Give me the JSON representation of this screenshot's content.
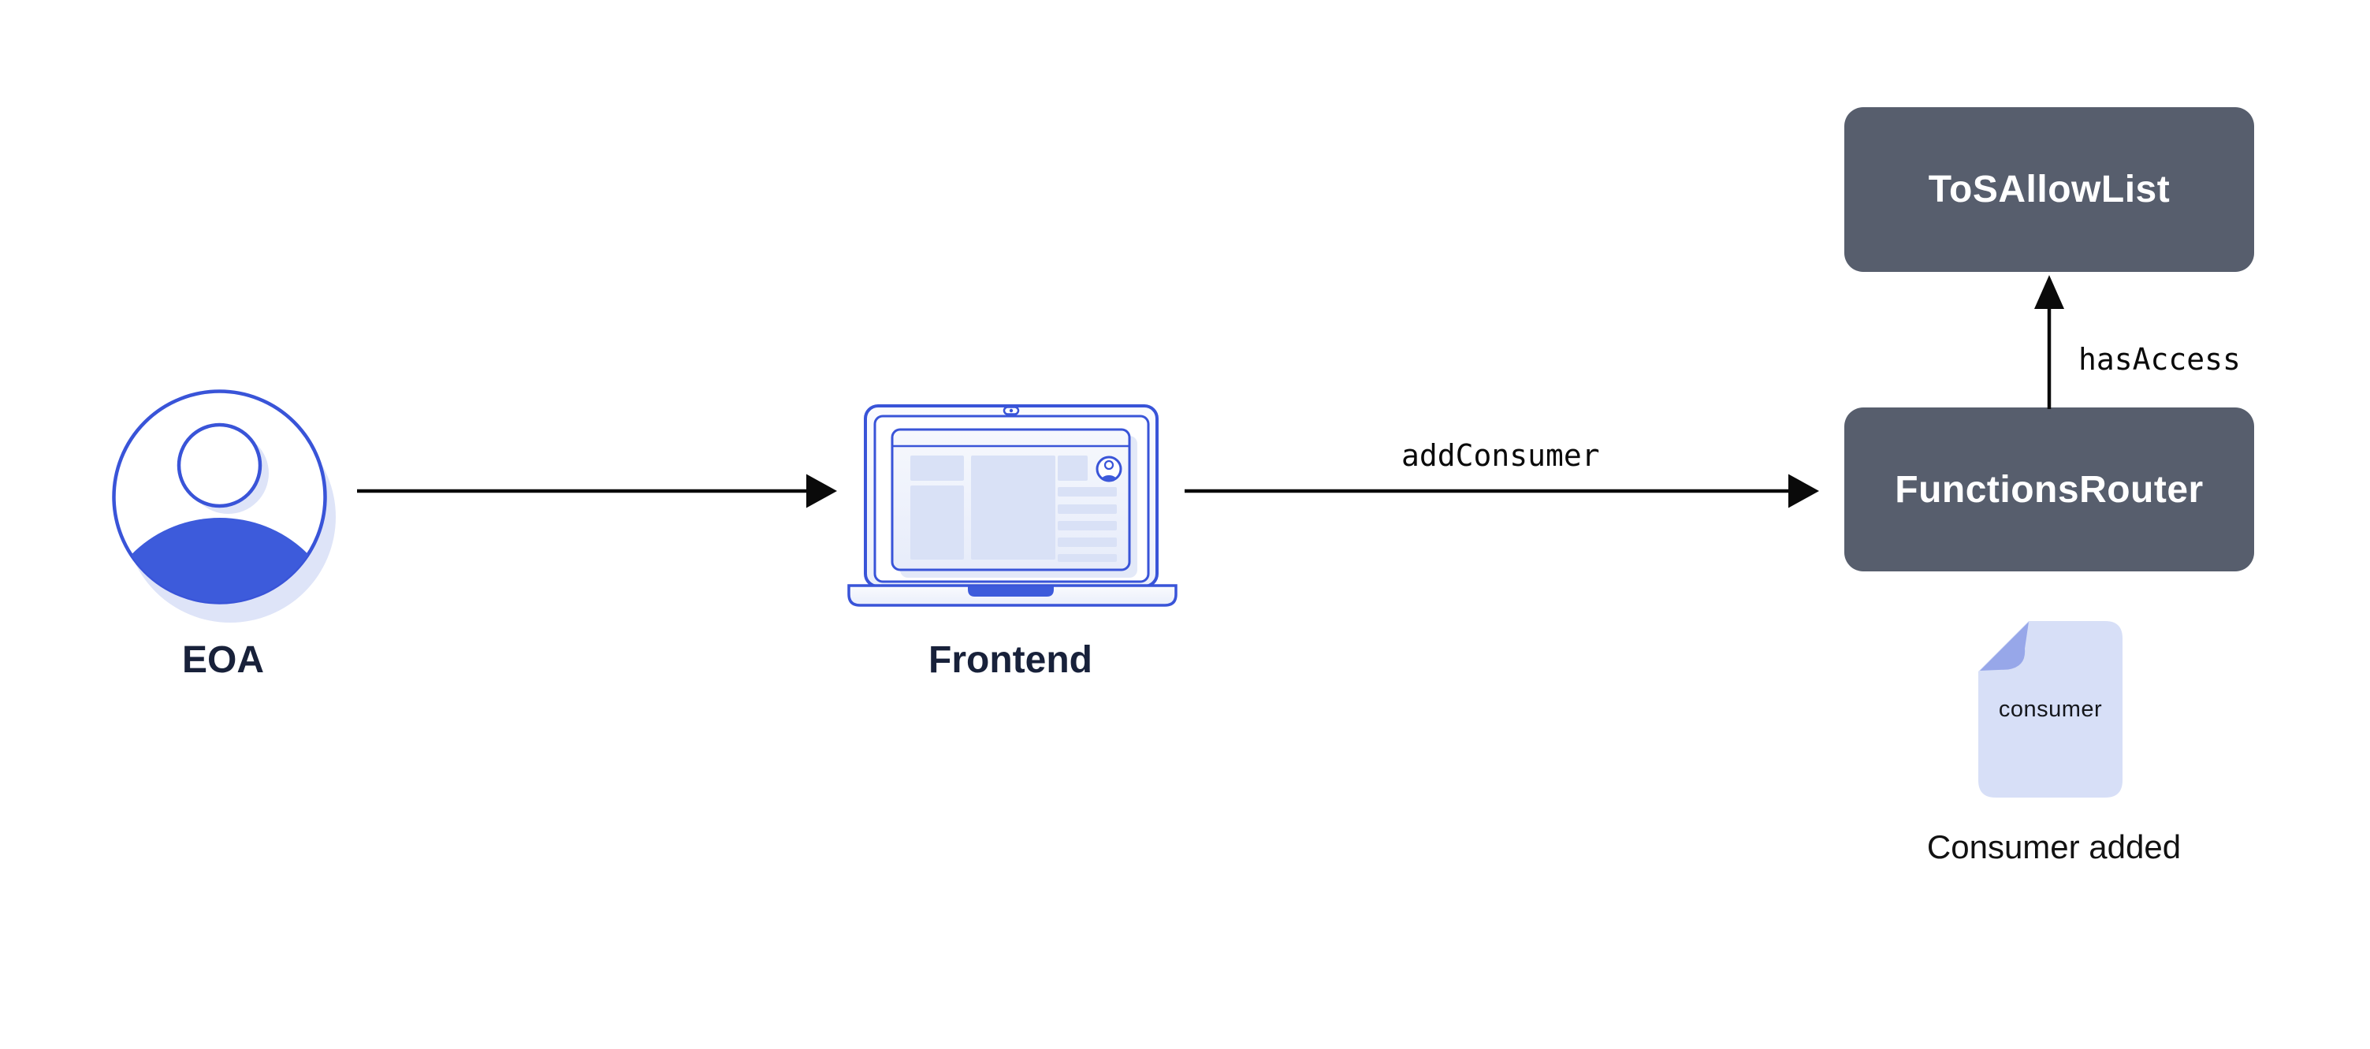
{
  "diagram": {
    "background": "#FFFFFF",
    "nodes": {
      "eoa": {
        "label": "EOA",
        "icon": "user-avatar"
      },
      "frontend": {
        "label": "Frontend",
        "icon": "laptop"
      },
      "functions_router": {
        "label": "FunctionsRouter",
        "type": "contract-box"
      },
      "tos_allow_list": {
        "label": "ToSAllowList",
        "type": "contract-box"
      }
    },
    "edges": {
      "eoa_to_frontend": {
        "from": "eoa",
        "to": "frontend",
        "label": "",
        "direction": "right"
      },
      "frontend_to_functions_router": {
        "from": "frontend",
        "to": "functions_router",
        "label": "addConsumer",
        "direction": "right"
      },
      "functions_router_to_tos_allow_list": {
        "from": "functions_router",
        "to": "tos_allow_list",
        "label": "hasAccess",
        "direction": "up"
      }
    },
    "artifact": {
      "document_text": "consumer",
      "caption": "Consumer added",
      "icon": "document"
    },
    "colors": {
      "accent_blue": "#3954D8",
      "fill_blue": "#3D5BDB",
      "lavender": "#D9E1F6",
      "lavender_shadow": "#DEE4F8",
      "fold_blue": "#97A7E9",
      "contract_box_gray": "#575E6D",
      "contract_text_white": "#FFFFFF",
      "node_label_navy": "#18213A",
      "arrow_black": "#0A0A0A"
    }
  }
}
